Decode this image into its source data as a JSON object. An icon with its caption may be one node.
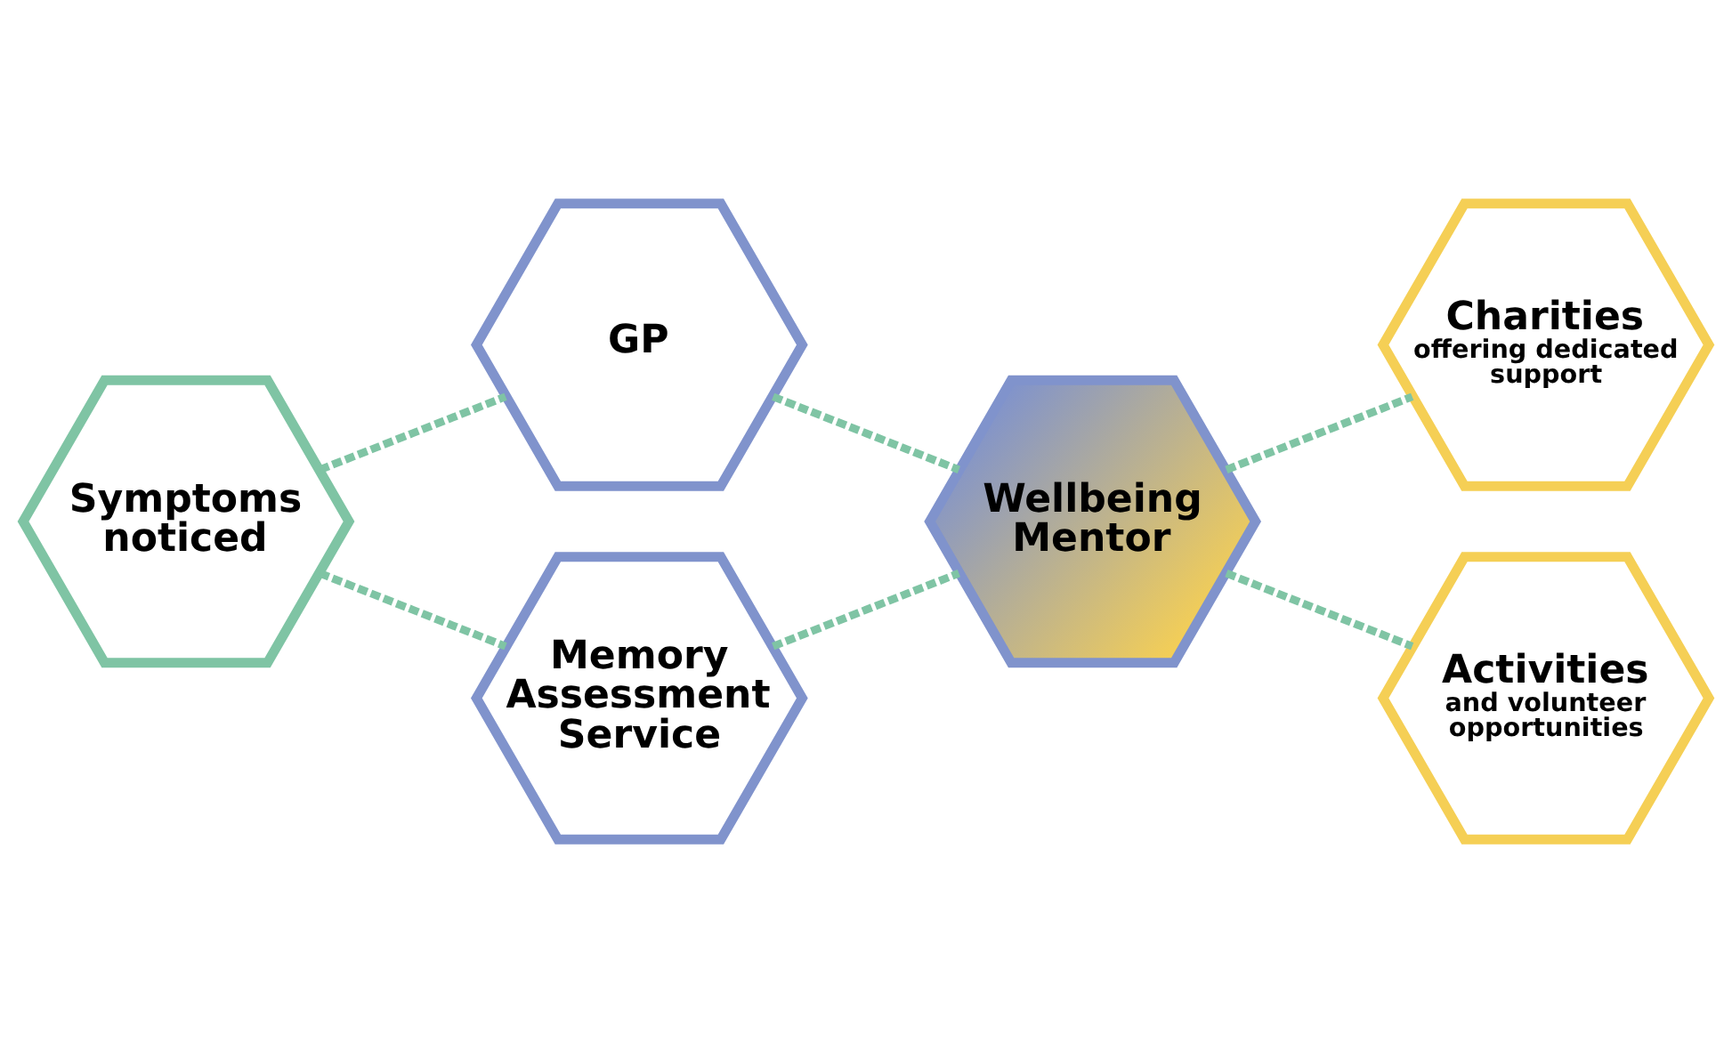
{
  "diagram": {
    "nodes": [
      {
        "text": [
          "Symptoms noticed"
        ]
      },
      {
        "text": [
          "GP"
        ]
      },
      {
        "text": [
          "Memory Assessment Service"
        ]
      },
      {
        "text": [
          "Wellbeing Mentor"
        ]
      },
      {
        "text": [
          "Charities",
          "offering dedicated support"
        ]
      },
      {
        "text": [
          "Activities",
          "and volunteer opportunities"
        ]
      }
    ],
    "edges": [
      {
        "from": 0,
        "to": 1,
        "arrow": "none",
        "style": "dashed"
      },
      {
        "from": 0,
        "to": 2,
        "arrow": "none",
        "style": "dashed"
      },
      {
        "from": 1,
        "to": 3,
        "arrow": "none",
        "style": "dashed"
      },
      {
        "from": 2,
        "to": 3,
        "arrow": "none",
        "style": "dashed"
      },
      {
        "from": 3,
        "to": 4,
        "arrow": "none",
        "style": "dashed"
      },
      {
        "from": 3,
        "to": 5,
        "arrow": "none",
        "style": "dashed"
      }
    ]
  }
}
